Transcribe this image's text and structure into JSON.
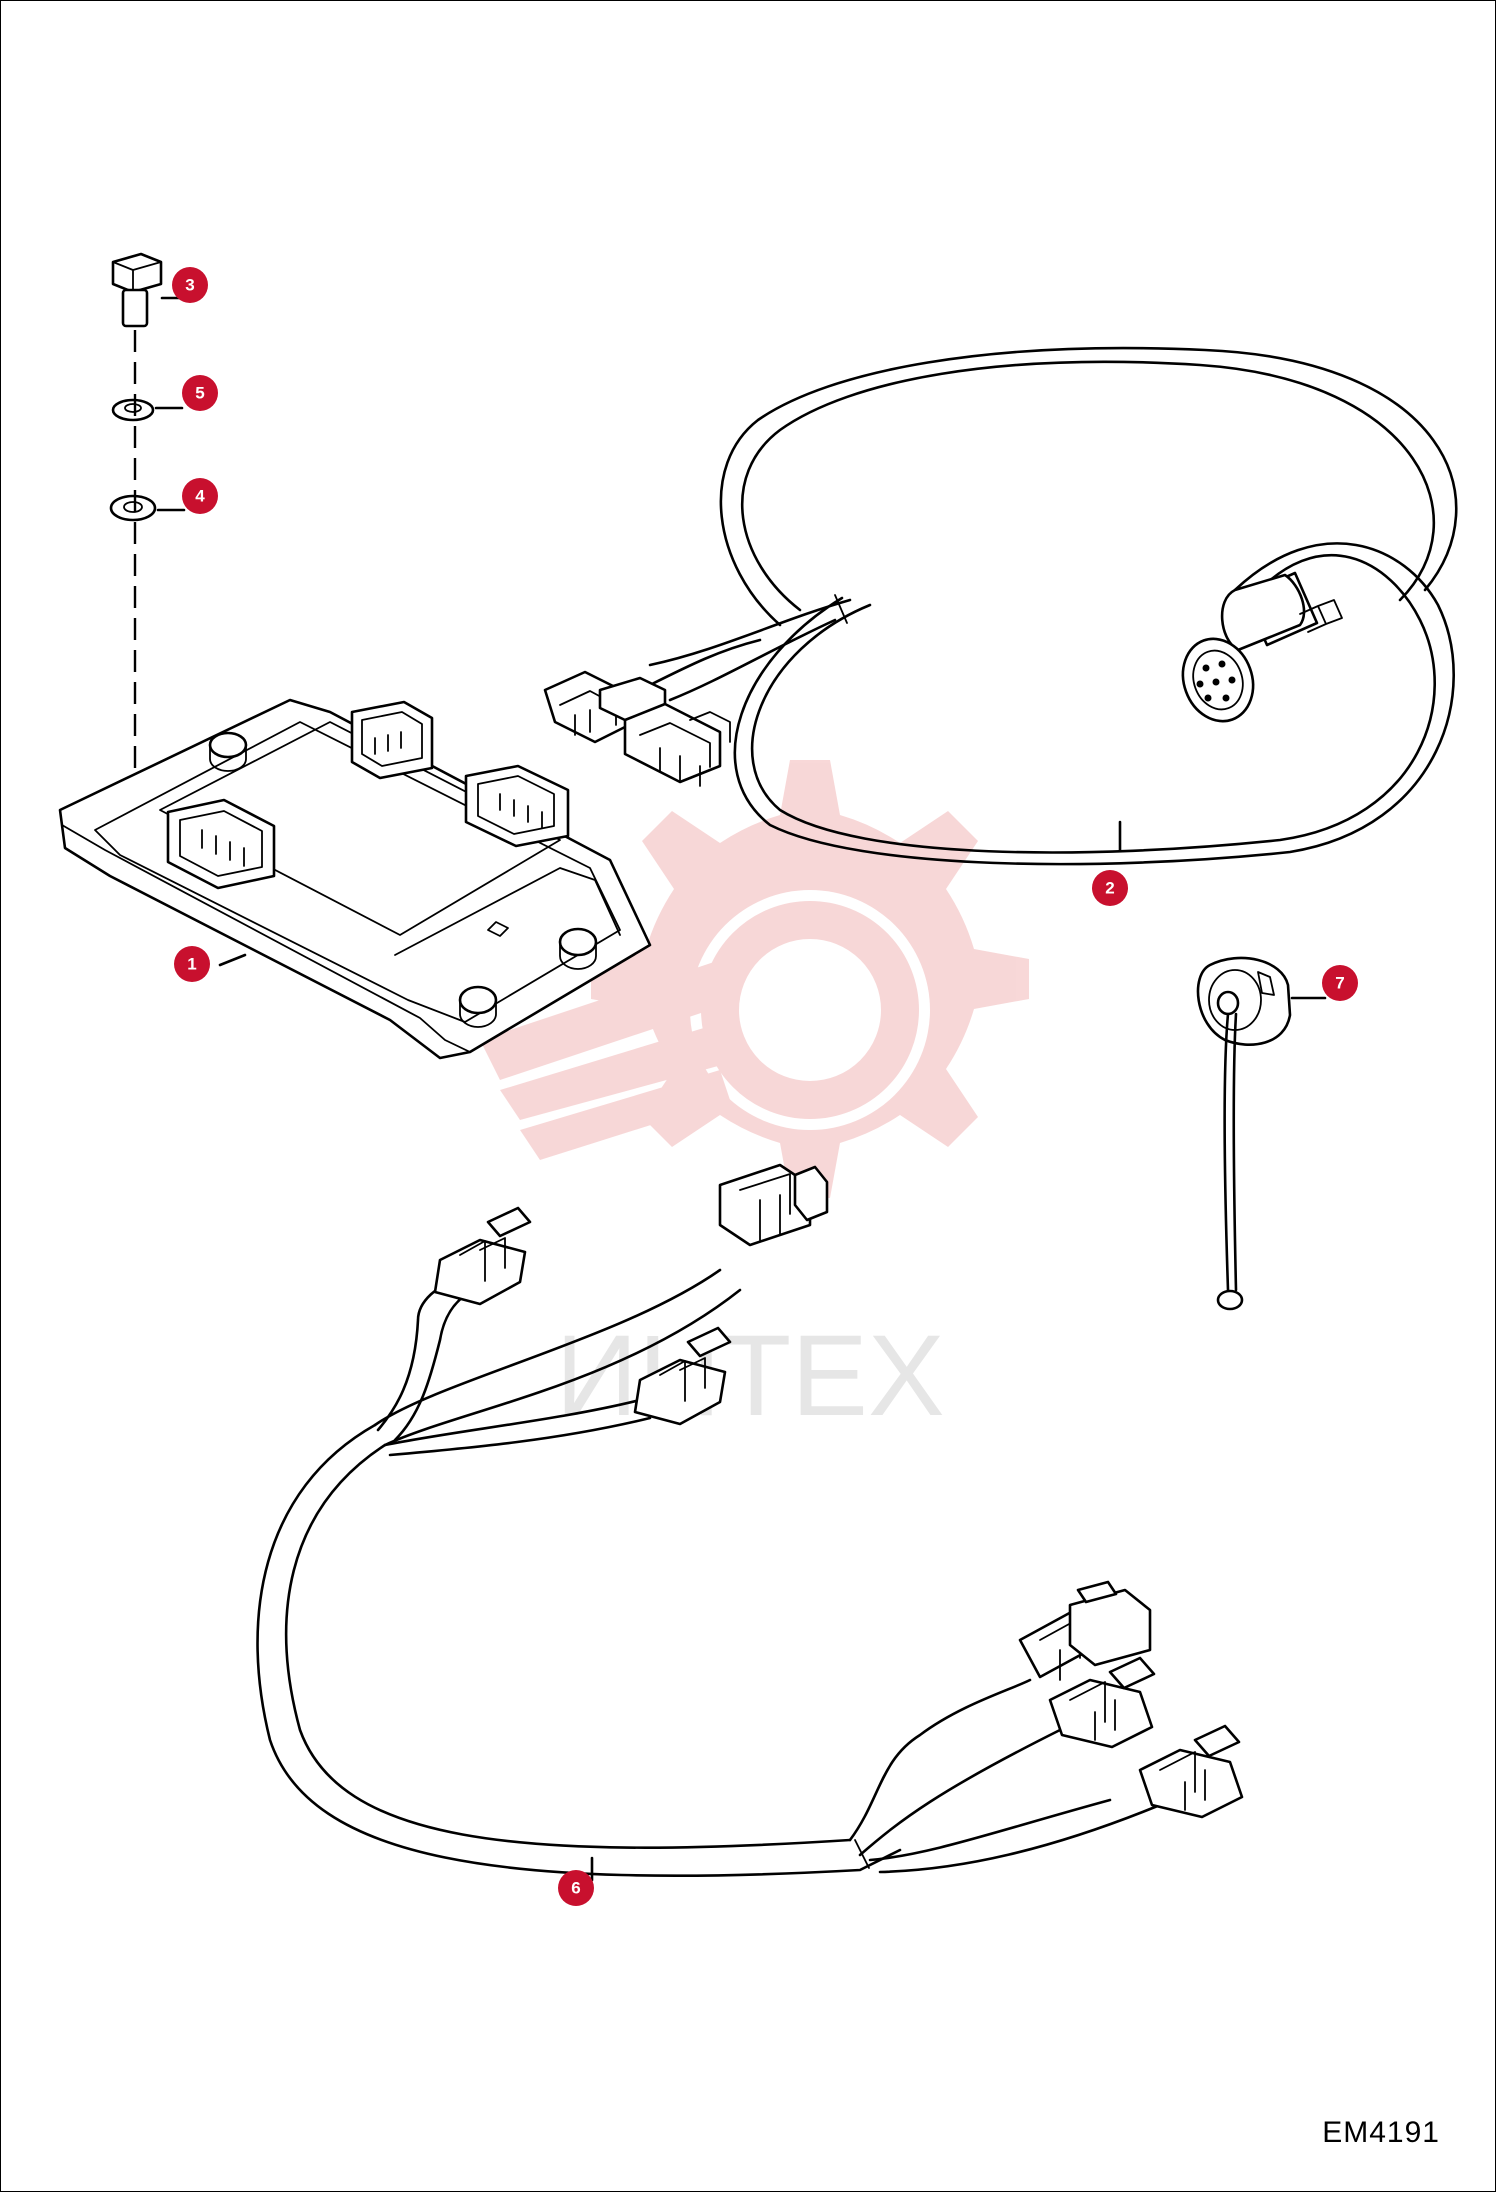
{
  "drawing_number": "EM4191",
  "callouts": [
    {
      "id": "1",
      "label": "1"
    },
    {
      "id": "2",
      "label": "2"
    },
    {
      "id": "3",
      "label": "3"
    },
    {
      "id": "4",
      "label": "4"
    },
    {
      "id": "5",
      "label": "5"
    },
    {
      "id": "6",
      "label": "6"
    },
    {
      "id": "7",
      "label": "7"
    }
  ],
  "watermark_text": "ИНТЕХ",
  "colors": {
    "callout_fill": "#c8102e",
    "watermark": "#f2b8b8",
    "line": "#000000"
  }
}
